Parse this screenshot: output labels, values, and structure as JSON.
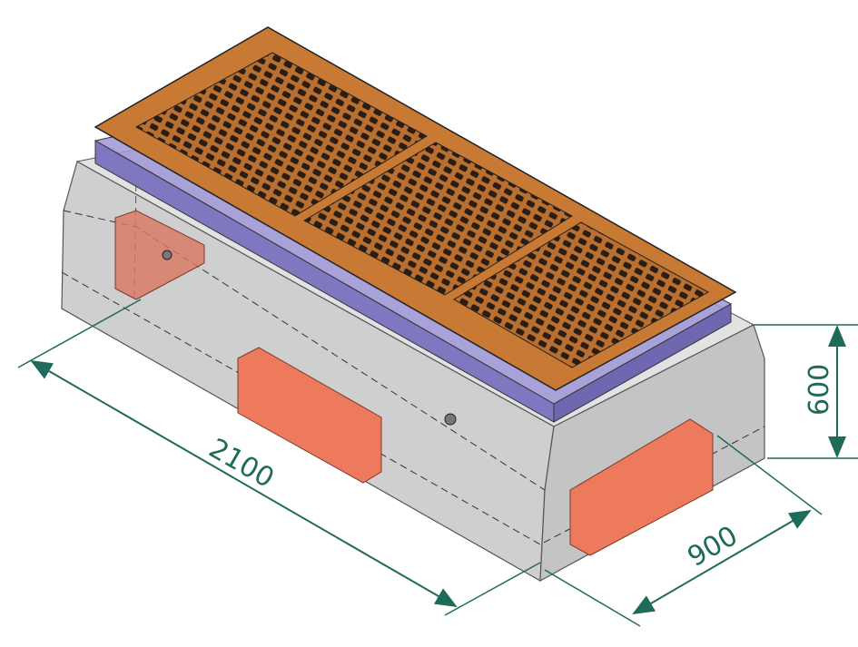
{
  "dimensions": {
    "length": "2100",
    "width": "900",
    "height": "600"
  },
  "colors": {
    "concrete": "#d4d4d4",
    "frame": "#8c86c8",
    "cover": "#c87a35",
    "grate": "#2a1e14",
    "block": "#ee7a5e",
    "dimension": "#1f6b5a"
  }
}
